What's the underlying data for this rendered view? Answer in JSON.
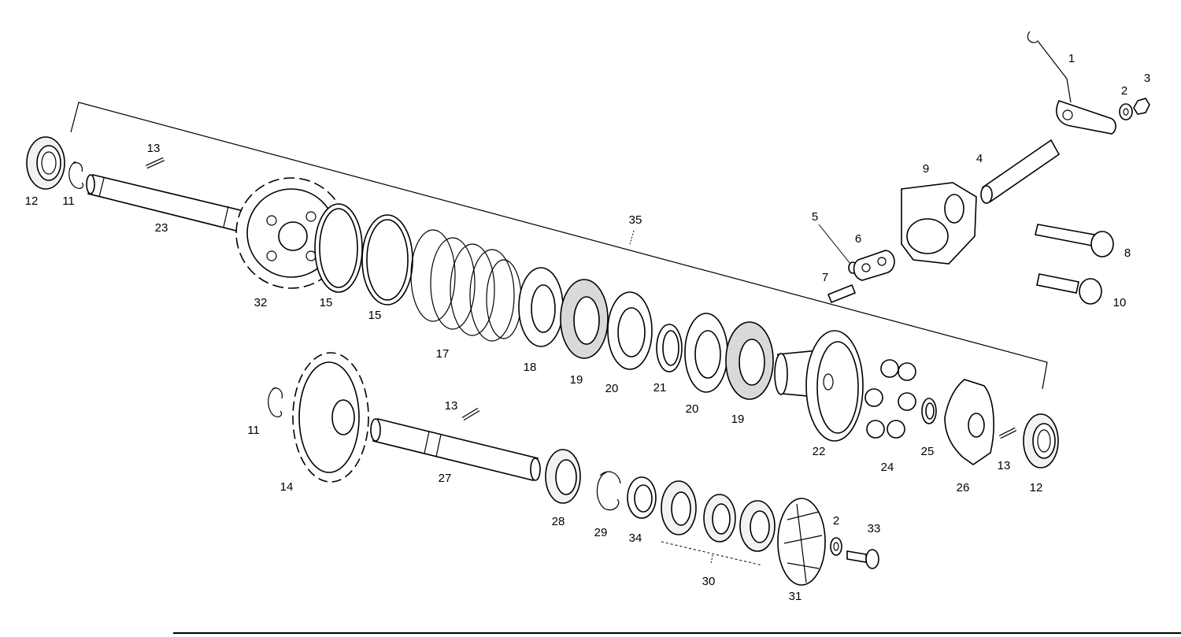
{
  "labels": {
    "p1": "1",
    "p2_top": "2",
    "p3": "3",
    "p4": "4",
    "p5": "5",
    "p6": "6",
    "p7": "7",
    "p8": "8",
    "p9": "9",
    "p10": "10",
    "p11_top": "11",
    "p11_bot": "11",
    "p12_left": "12",
    "p12_right": "12",
    "p13_top": "13",
    "p13_mid": "13",
    "p13_right": "13",
    "p14": "14",
    "p15_a": "15",
    "p15_b": "15",
    "p17": "17",
    "p18": "18",
    "p19_a": "19",
    "p19_b": "19",
    "p20_a": "20",
    "p20_b": "20",
    "p21": "21",
    "p22": "22",
    "p23": "23",
    "p24": "24",
    "p25": "25",
    "p26": "26",
    "p27": "27",
    "p28": "28",
    "p29": "29",
    "p2_bot": "2",
    "p30": "30",
    "p31": "31",
    "p32": "32",
    "p33": "33",
    "p34": "34",
    "p35": "35"
  }
}
